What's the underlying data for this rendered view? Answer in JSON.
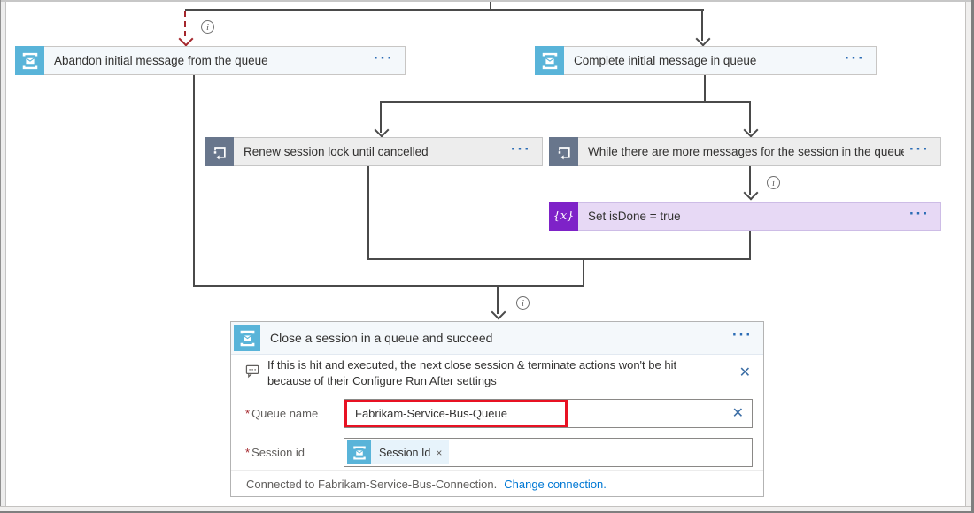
{
  "colors": {
    "service_bus_blue": "#59B4D9",
    "loop_gray": "#68768C",
    "variable_purple": "#7E22C8",
    "connector_line": "#4A4A4A",
    "run_after_dashed_red": "#A4262C",
    "annotation_red": "#E81123",
    "link_blue": "#0078D4"
  },
  "icons": {
    "ellipsis": "···",
    "info": "i",
    "close_x": "✕",
    "clear_x": "✕",
    "token_remove": "×",
    "required": "*",
    "variable_glyph": "{x}"
  },
  "nodes": {
    "abandon": {
      "title": "Abandon initial message from the queue"
    },
    "complete": {
      "title": "Complete initial message in queue"
    },
    "renew": {
      "title": "Renew session lock until cancelled"
    },
    "while_more": {
      "title": "While there are more messages for the session in the queue"
    },
    "set_isdone": {
      "title": "Set isDone = true"
    },
    "close": {
      "title": "Close a session in a queue and succeed",
      "note": "If this is hit and executed, the next close session & terminate actions won't be hit because of their Configure Run After settings",
      "queue_label": "Queue name",
      "queue_value": "Fabrikam-Service-Bus-Queue",
      "session_label": "Session id",
      "session_token": "Session Id",
      "footer_text": "Connected to Fabrikam-Service-Bus-Connection.",
      "footer_link": "Change connection."
    }
  }
}
